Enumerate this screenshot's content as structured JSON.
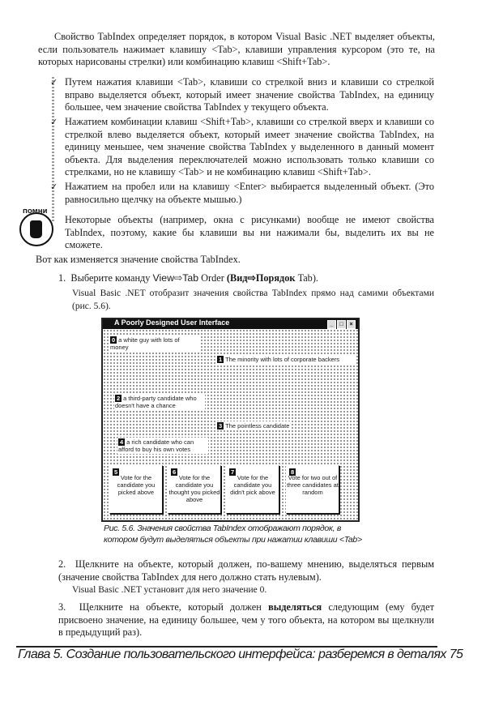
{
  "intro": "Свойство TabIndex определяет порядок, в котором Visual Basic .NET выделяет объекты, если пользователь нажимает клавишу <Tab>, клавиши управления курсором (это те, на которых нарисованы стрелки) или комбинацию клавиш <Shift+Tab>.",
  "bullets": [
    "Путем нажатия клавиши <Tab>, клавиши со стрелкой вниз и клавиши со стрелкой вправо выделяется объект, который имеет значение свойства TabIndex, на единицу большее, чем значение свойства TabIndex у текущего объекта.",
    "Нажатием комбинации клавиш <Shift+Tab>, клавиши со стрелкой вверх и клавиши со стрелкой влево выделяется объект, который имеет значение свойства TabIndex, на единицу меньшее, чем значение свойства TabIndex у выделенного в данный момент объекта. Для выделения переключателей можно использовать только клавиши со стрелками, но не клавишу <Tab> и не комбинацию клавиш <Shift+Tab>.",
    "Нажатием на пробел или на клавишу <Enter> выбирается выделенный объект. (Это равносильно щелчку на объекте мышью.)"
  ],
  "check_icon": "✓",
  "note": {
    "icon": "remember-hand-icon",
    "icon_label": "ПОМНИ",
    "text": "Некоторые объекты (например, окна с рисунками) вообще не имеют свойства TabIndex, поэтому, какие бы клавиши вы ни нажимали бы, выделить их вы не сможете."
  },
  "lead": "Вот как изменяется значение свойства TabIndex.",
  "steps": [
    {
      "num": "1.",
      "pre": "Выберите команду ",
      "menu": "View⇨Tab",
      "mid": " Order ",
      "ru_menu": "(Вид⇨Порядок",
      "post": " Tab).",
      "detail": "Visual Basic .NET отобразит значения свойства TabIndex прямо над самими объектами (рис. 5.6)."
    },
    {
      "num": "2.",
      "text": "Щелкните на объекте, который должен, по-вашему мнению, выделяться первым (значение свойства TabIndex для него должно стать нулевым).",
      "detail": "Visual Basic .NET установит для него значение 0."
    },
    {
      "num": "3.",
      "pre": "Щелкните на объекте, который должен ",
      "bold": "выделяться",
      "post": " следующим (ему будет присвоено значение, на единицу большее, чем у того объекта, на котором вы щелкнули в предыдущий раз)."
    }
  ],
  "figure": {
    "title": "A Poorly Designed User Interface",
    "window_buttons": [
      "_",
      "□",
      "×"
    ],
    "labels": [
      {
        "n": "0",
        "text": "a white guy with lots of money"
      },
      {
        "n": "1",
        "text": "The minority with lots of corporate backers"
      },
      {
        "n": "2",
        "text": "a third-party candidate who doesn't have a chance"
      },
      {
        "n": "3",
        "text": "The pointless candidate"
      },
      {
        "n": "4",
        "text": "a rich candidate who can afford to buy his own votes"
      }
    ],
    "buttons": [
      {
        "n": "5",
        "text": "Vote for the candidate you picked above"
      },
      {
        "n": "6",
        "text": "Vote for the candidate you thought you picked above"
      },
      {
        "n": "7",
        "text": "Vote for the candidate you didn't pick above"
      },
      {
        "n": "8",
        "text": "Vote for two out of three candidates at random"
      }
    ]
  },
  "caption": "Рис. 5.6. Значения свойства TabIndex отображают порядок, в котором будут выделяться объекты при нажатии клавиши <Tab>",
  "footer": {
    "chapter": "Глава 5. Создание пользовательского интерфейса: разберемся в деталях",
    "page": "75"
  }
}
